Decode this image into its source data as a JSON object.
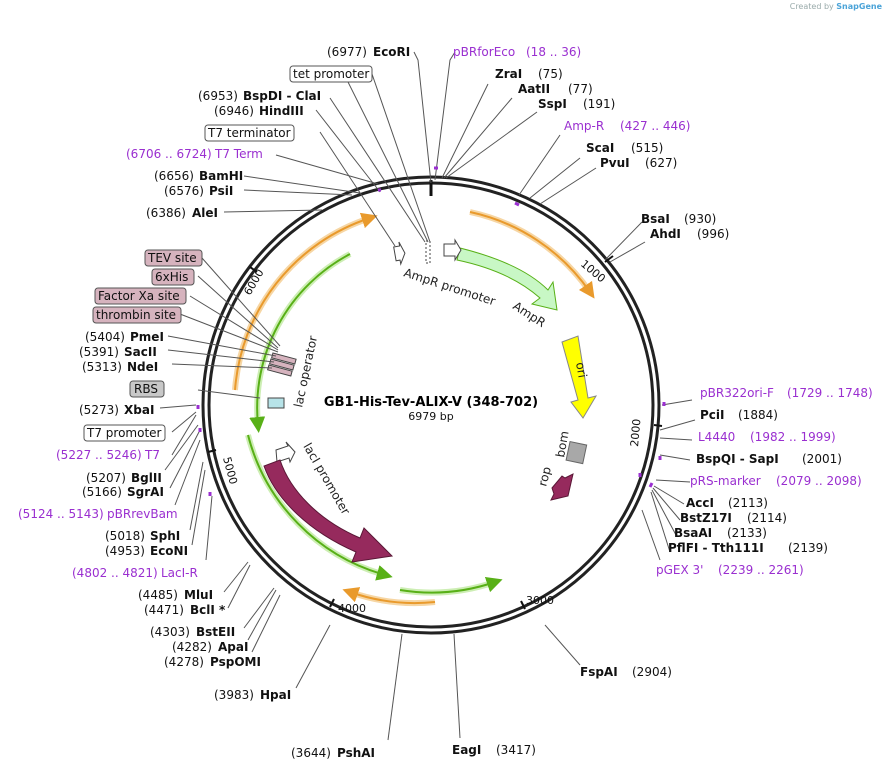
{
  "credit": {
    "prefix": "Created by",
    "brand": "SnapGene"
  },
  "plasmid": {
    "name": "GB1-His-Tev-ALIX-V (348-702)",
    "length": "6979 bp"
  },
  "ticks": [
    "1000",
    "2000",
    "3000",
    "4000",
    "5000",
    "6000"
  ],
  "enzymes_right": [
    {
      "name": "ZraI",
      "pos": "(75)"
    },
    {
      "name": "AatII",
      "pos": "(77)"
    },
    {
      "name": "SspI",
      "pos": "(191)"
    },
    {
      "name": "ScaI",
      "pos": "(515)"
    },
    {
      "name": "PvuI",
      "pos": "(627)"
    },
    {
      "name": "BsaI",
      "pos": "(930)"
    },
    {
      "name": "AhdI",
      "pos": "(996)"
    },
    {
      "name": "PciI",
      "pos": "(1884)"
    },
    {
      "name": "BspQI - SapI",
      "pos": "(2001)"
    },
    {
      "name": "AccI",
      "pos": "(2113)"
    },
    {
      "name": "BstZ17I",
      "pos": "(2114)"
    },
    {
      "name": "BsaAI",
      "pos": "(2133)"
    },
    {
      "name": "PflFI - Tth111I",
      "pos": "(2139)"
    },
    {
      "name": "FspAI",
      "pos": "(2904)"
    },
    {
      "name": "EagI",
      "pos": "(3417)"
    }
  ],
  "enzymes_left": [
    {
      "name": "EcoRI",
      "pos": "(6977)"
    },
    {
      "name": "BspDI - ClaI",
      "pos": "(6953)"
    },
    {
      "name": "HindIII",
      "pos": "(6946)"
    },
    {
      "name": "BamHI",
      "pos": "(6656)"
    },
    {
      "name": "PsiI",
      "pos": "(6576)"
    },
    {
      "name": "AleI",
      "pos": "(6386)"
    },
    {
      "name": "PmeI",
      "pos": "(5404)"
    },
    {
      "name": "SacII",
      "pos": "(5391)"
    },
    {
      "name": "NdeI",
      "pos": "(5313)"
    },
    {
      "name": "XbaI",
      "pos": "(5273)"
    },
    {
      "name": "BglII",
      "pos": "(5207)"
    },
    {
      "name": "SgrAI",
      "pos": "(5166)"
    },
    {
      "name": "SphI",
      "pos": "(5018)"
    },
    {
      "name": "EcoNI",
      "pos": "(4953)"
    },
    {
      "name": "MluI",
      "pos": "(4485)"
    },
    {
      "name": "BclI *",
      "pos": "(4471)"
    },
    {
      "name": "BstEII",
      "pos": "(4303)"
    },
    {
      "name": "ApaI",
      "pos": "(4282)"
    },
    {
      "name": "PspOMI",
      "pos": "(4278)"
    },
    {
      "name": "HpaI",
      "pos": "(3983)"
    },
    {
      "name": "PshAI",
      "pos": "(3644)"
    }
  ],
  "primers": [
    {
      "name": "pBRforEco",
      "range": "(18 .. 36)"
    },
    {
      "name": "Amp-R",
      "range": "(427 .. 446)"
    },
    {
      "name": "pBR322ori-F",
      "range": "(1729 .. 1748)"
    },
    {
      "name": "L4440",
      "range": "(1982 .. 1999)"
    },
    {
      "name": "pRS-marker",
      "range": "(2079 .. 2098)"
    },
    {
      "name": "pGEX 3'",
      "range": "(2239 .. 2261)"
    },
    {
      "name": "T7 Term",
      "range": "(6706 .. 6724)"
    },
    {
      "name": "T7",
      "range": "(5227 .. 5246)"
    },
    {
      "name": "pBRrevBam",
      "range": "(5124 .. 5143)"
    },
    {
      "name": "LacI-R",
      "range": "(4802 .. 4821)"
    }
  ],
  "boxed": [
    {
      "name": "tet promoter"
    },
    {
      "name": "T7 terminator"
    },
    {
      "name": "T7 promoter"
    },
    {
      "name": "RBS"
    },
    {
      "name": "TEV site"
    },
    {
      "name": "6xHis"
    },
    {
      "name": "Factor Xa site"
    },
    {
      "name": "thrombin site"
    }
  ],
  "features": {
    "ampr_promoter": "AmpR promoter",
    "ampr": "AmpR",
    "ori": "ori",
    "bom": "bom",
    "rop": "rop",
    "lacI_promoter": "lacI promoter",
    "lacI": "lacI",
    "lac_operator": "lac operator"
  },
  "colors": {
    "backbone": "#222222",
    "ampr": "#c8f7c5",
    "ori": "#ffff00",
    "lacI": "#962a5d",
    "rop": "#962a5d",
    "bom": "#a8a8a8",
    "orf_orange": "#e99a2c",
    "orf_green": "#58b017",
    "primer": "#9a2fd0",
    "site_box": "#d6b3be",
    "rbs_box": "#c8c8c8"
  }
}
